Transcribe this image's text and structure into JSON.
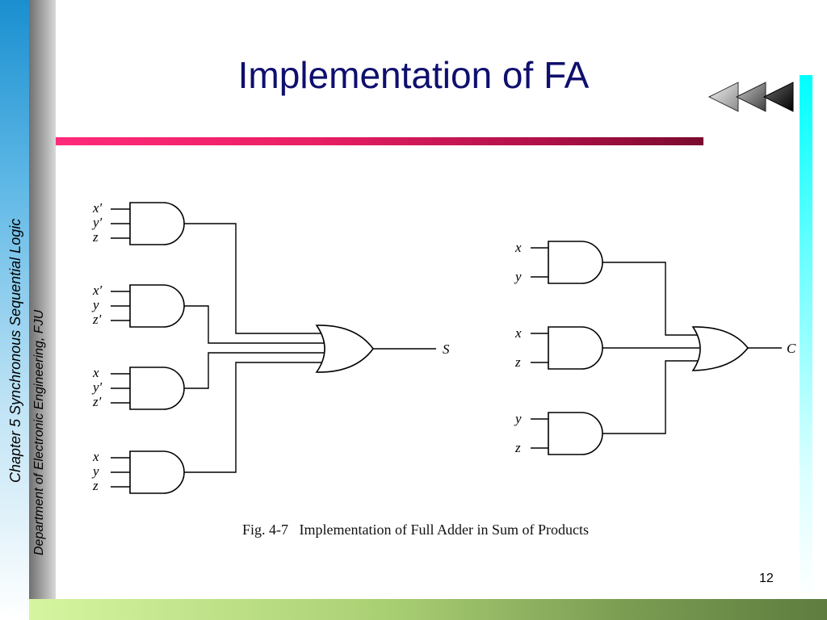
{
  "slide": {
    "title": "Implementation of FA",
    "sidebar_chapter": "Chapter 5 Synchronous Sequential Logic",
    "sidebar_department": "Department of Electronic Engineering, FJU",
    "page_number": "12",
    "caption": "Fig. 4-7   Implementation of Full Adder in Sum of Products"
  },
  "colors": {
    "title": "#0f0f6e",
    "divider_start": "#ff2a7a",
    "divider_end": "#7a0a2e",
    "right_accent": "#00ffff",
    "bottom_bar_start": "#d6f5a0",
    "bottom_bar_end": "#5e7d3f"
  },
  "icons": {
    "navigation": "triple-left-arrow-icon"
  },
  "diagram": {
    "sum_circuit": {
      "and_gates": [
        {
          "inputs": [
            "x′",
            "y′",
            "z"
          ]
        },
        {
          "inputs": [
            "x′",
            "y",
            "z′"
          ]
        },
        {
          "inputs": [
            "x",
            "y′",
            "z′"
          ]
        },
        {
          "inputs": [
            "x",
            "y",
            "z"
          ]
        }
      ],
      "or_gate": "OR",
      "output": "S"
    },
    "carry_circuit": {
      "and_gates": [
        {
          "inputs": [
            "x",
            "y"
          ]
        },
        {
          "inputs": [
            "x",
            "z"
          ]
        },
        {
          "inputs": [
            "y",
            "z"
          ]
        }
      ],
      "or_gate": "OR",
      "output": "C"
    }
  }
}
